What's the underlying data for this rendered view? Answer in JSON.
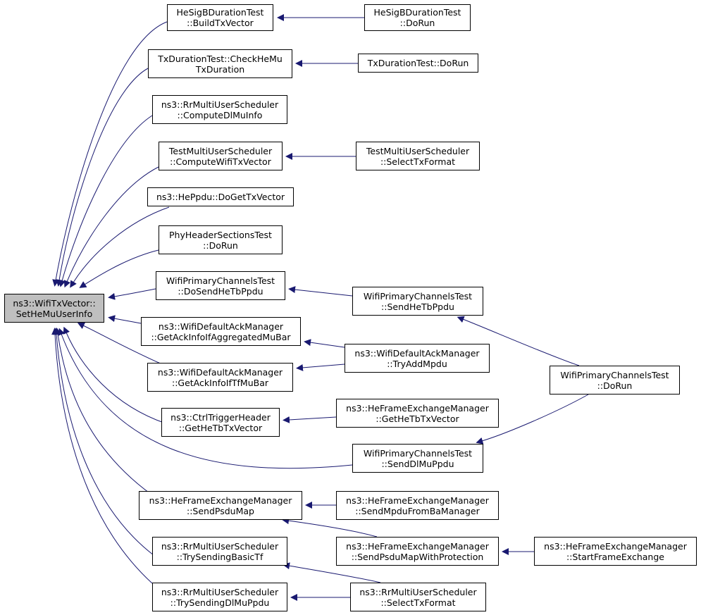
{
  "colors": {
    "edge": "#191970",
    "node_border": "#000000",
    "node_fill": "#ffffff",
    "root_fill": "#bfbfbf"
  },
  "nodes": {
    "root": {
      "lines": [
        "ns3::WifiTxVector::",
        "SetHeMuUserInfo"
      ]
    },
    "hesig_build": {
      "lines": [
        "HeSigBDurationTest",
        "::BuildTxVector"
      ]
    },
    "hesig_dorun": {
      "lines": [
        "HeSigBDurationTest",
        "::DoRun"
      ]
    },
    "txdur_check": {
      "lines": [
        "TxDurationTest::CheckHeMu",
        "TxDuration"
      ]
    },
    "txdur_dorun": {
      "lines": [
        "TxDurationTest::DoRun"
      ]
    },
    "rr_compute": {
      "lines": [
        "ns3::RrMultiUserScheduler",
        "::ComputeDlMuInfo"
      ]
    },
    "tmus_compute": {
      "lines": [
        "TestMultiUserScheduler",
        "::ComputeWifiTxVector"
      ]
    },
    "tmus_select": {
      "lines": [
        "TestMultiUserScheduler",
        "::SelectTxFormat"
      ]
    },
    "heppdu": {
      "lines": [
        "ns3::HePpdu::DoGetTxVector"
      ]
    },
    "phyheader": {
      "lines": [
        "PhyHeaderSectionsTest",
        "::DoRun"
      ]
    },
    "wpc_dosend": {
      "lines": [
        "WifiPrimaryChannelsTest",
        "::DoSendHeTbPpdu"
      ]
    },
    "wpc_sendhetb": {
      "lines": [
        "WifiPrimaryChannelsTest",
        "::SendHeTbPpdu"
      ]
    },
    "wpc_dorun": {
      "lines": [
        "WifiPrimaryChannelsTest",
        "::DoRun"
      ]
    },
    "wdam_getagg": {
      "lines": [
        "ns3::WifiDefaultAckManager",
        "::GetAckInfoIfAggregatedMuBar"
      ]
    },
    "wdam_tryadd": {
      "lines": [
        "ns3::WifiDefaultAckManager",
        "::TryAddMpdu"
      ]
    },
    "wdam_gettf": {
      "lines": [
        "ns3::WifiDefaultAckManager",
        "::GetAckInfoIfTfMuBar"
      ]
    },
    "ctrl_trigger": {
      "lines": [
        "ns3::CtrlTriggerHeader",
        "::GetHeTbTxVector"
      ]
    },
    "hefem_gethetb": {
      "lines": [
        "ns3::HeFrameExchangeManager",
        "::GetHeTbTxVector"
      ]
    },
    "wpc_senddlmu": {
      "lines": [
        "WifiPrimaryChannelsTest",
        "::SendDlMuPpdu"
      ]
    },
    "hefem_sendpsdumap": {
      "lines": [
        "ns3::HeFrameExchangeManager",
        "::SendPsduMap"
      ]
    },
    "hefem_sendmpdu": {
      "lines": [
        "ns3::HeFrameExchangeManager",
        "::SendMpduFromBaManager"
      ]
    },
    "hefem_sendprot": {
      "lines": [
        "ns3::HeFrameExchangeManager",
        "::SendPsduMapWithProtection"
      ]
    },
    "hefem_start": {
      "lines": [
        "ns3::HeFrameExchangeManager",
        "::StartFrameExchange"
      ]
    },
    "rr_trybasic": {
      "lines": [
        "ns3::RrMultiUserScheduler",
        "::TrySendingBasicTf"
      ]
    },
    "rr_trydlmu": {
      "lines": [
        "ns3::RrMultiUserScheduler",
        "::TrySendingDlMuPpdu"
      ]
    },
    "rr_select": {
      "lines": [
        "ns3::RrMultiUserScheduler",
        "::SelectTxFormat"
      ]
    }
  }
}
